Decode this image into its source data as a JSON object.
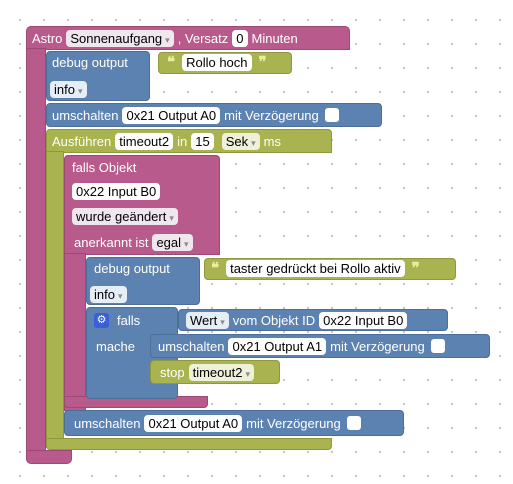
{
  "astro": {
    "label": "Astro",
    "event": "Sonnenaufgang",
    "offset_label": ", Versatz",
    "offset_value": "0",
    "unit": "Minuten"
  },
  "debug1": {
    "label": "debug output",
    "text": "Rollo hoch",
    "level": "info"
  },
  "switch1": {
    "label": "umschalten",
    "target": "0x21 Output A0",
    "suffix": "mit Verzögerung"
  },
  "timeout": {
    "label": "Ausführen",
    "name": "timeout2",
    "in_label": "in",
    "value": "15",
    "unit": "Sek",
    "ms_label": "ms"
  },
  "falls_objekt": {
    "label": "falls Objekt",
    "object": "0x22 Input B0",
    "condition": "wurde geändert",
    "ack_label": "anerkannt ist",
    "ack_value": "egal"
  },
  "debug2": {
    "label": "debug output",
    "text": "taster gedrückt bei Rollo aktiv",
    "level": "info"
  },
  "if_block": {
    "label": "falls",
    "value_label": "Wert",
    "from_label": "vom Objekt ID",
    "object": "0x22 Input B0",
    "do_label": "mache"
  },
  "switch2": {
    "label": "umschalten",
    "target": "0x21 Output A1",
    "suffix": "mit Verzögerung"
  },
  "stop": {
    "label": "stop",
    "name": "timeout2"
  },
  "switch3": {
    "label": "umschalten",
    "target": "0x21 Output A0",
    "suffix": "mit Verzögerung"
  },
  "icons": {
    "dropdown": "▾",
    "quote_open": "❝",
    "quote_close": "❞",
    "gear": "⚙"
  },
  "colors": {
    "astro": "#b85a8b",
    "debug": "#5b82b0",
    "timeout": "#a9b34f"
  }
}
